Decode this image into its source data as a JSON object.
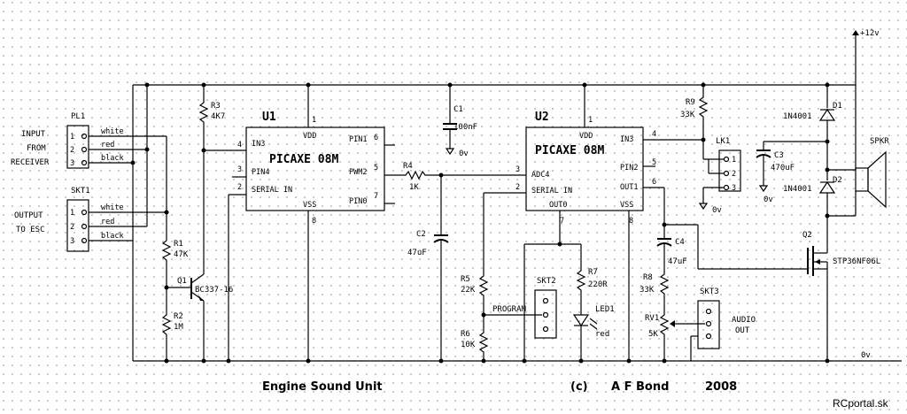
{
  "title": "Engine Sound Unit",
  "copyright": "(c)",
  "author": "A F Bond",
  "year": "2008",
  "watermark": "RCportal.sk",
  "supply": "+12v",
  "ground": "0v",
  "pl1": {
    "ref": "PL1",
    "label_lines": [
      "INPUT",
      "FROM",
      "RECEIVER"
    ],
    "pins": [
      "1",
      "2",
      "3"
    ],
    "wires": [
      "white",
      "red",
      "black"
    ]
  },
  "skt1": {
    "ref": "SKT1",
    "label_lines": [
      "OUTPUT",
      "TO ESC"
    ],
    "pins": [
      "1",
      "2",
      "3"
    ],
    "wires": [
      "white",
      "red",
      "black"
    ]
  },
  "u1": {
    "ref": "U1",
    "part": "PICAXE 08M",
    "vdd": "VDD",
    "vss": "VSS",
    "in3": "IN3",
    "pin4": "PIN4",
    "serial_in": "SERIAL IN",
    "pin1": "PIN1",
    "pwm2": "PWM2",
    "pin0": "PIN0",
    "n_vdd": "1",
    "n_in3": "4",
    "n_pin4": "3",
    "n_serial": "2",
    "n_pin1": "6",
    "n_pwm2": "5",
    "n_pin0": "7",
    "n_vss": "8"
  },
  "u2": {
    "ref": "U2",
    "part": "PICAXE 08M",
    "vdd": "VDD",
    "vss": "VSS",
    "adc4": "ADC4",
    "serial_in": "SERIAL IN",
    "in3": "IN3",
    "pin2": "PIN2",
    "out1": "OUT1",
    "out0": "OUT0",
    "n_vdd": "1",
    "n_adc4": "3",
    "n_serial": "2",
    "n_in3": "4",
    "n_pin2": "5",
    "n_out1": "6",
    "n_out0": "7",
    "n_vss": "8"
  },
  "r1": {
    "ref": "R1",
    "value": "47K"
  },
  "r2": {
    "ref": "R2",
    "value": "1M"
  },
  "r3": {
    "ref": "R3",
    "value": "4K7"
  },
  "r4": {
    "ref": "R4",
    "value": "1K"
  },
  "r5": {
    "ref": "R5",
    "value": "22K"
  },
  "r6": {
    "ref": "R6",
    "value": "10K"
  },
  "r7": {
    "ref": "R7",
    "value": "220R"
  },
  "r8": {
    "ref": "R8",
    "value": "33K"
  },
  "r9": {
    "ref": "R9",
    "value": "33K"
  },
  "rv1": {
    "ref": "RV1",
    "value": "5K"
  },
  "c1": {
    "ref": "C1",
    "value": "100nF"
  },
  "c2": {
    "ref": "C2",
    "value": "47uF"
  },
  "c3": {
    "ref": "C3",
    "value": "470uF"
  },
  "c4": {
    "ref": "C4",
    "value": "47uF"
  },
  "q1": {
    "ref": "Q1",
    "part": "BC337-16"
  },
  "q2": {
    "ref": "Q2",
    "part": "STP36NF06L"
  },
  "d1": {
    "ref": "D1",
    "part": "1N4001"
  },
  "d2": {
    "ref": "D2",
    "part": "1N4001"
  },
  "led1": {
    "ref": "LED1",
    "color": "red"
  },
  "lk1": {
    "ref": "LK1",
    "pins": [
      "1",
      "2",
      "3"
    ]
  },
  "skt2": {
    "ref": "SKT2",
    "label": "PROGRAM"
  },
  "skt3": {
    "ref": "SKT3",
    "label_lines": [
      "AUDIO",
      "OUT"
    ]
  },
  "spkr": {
    "ref": "SPKR"
  }
}
